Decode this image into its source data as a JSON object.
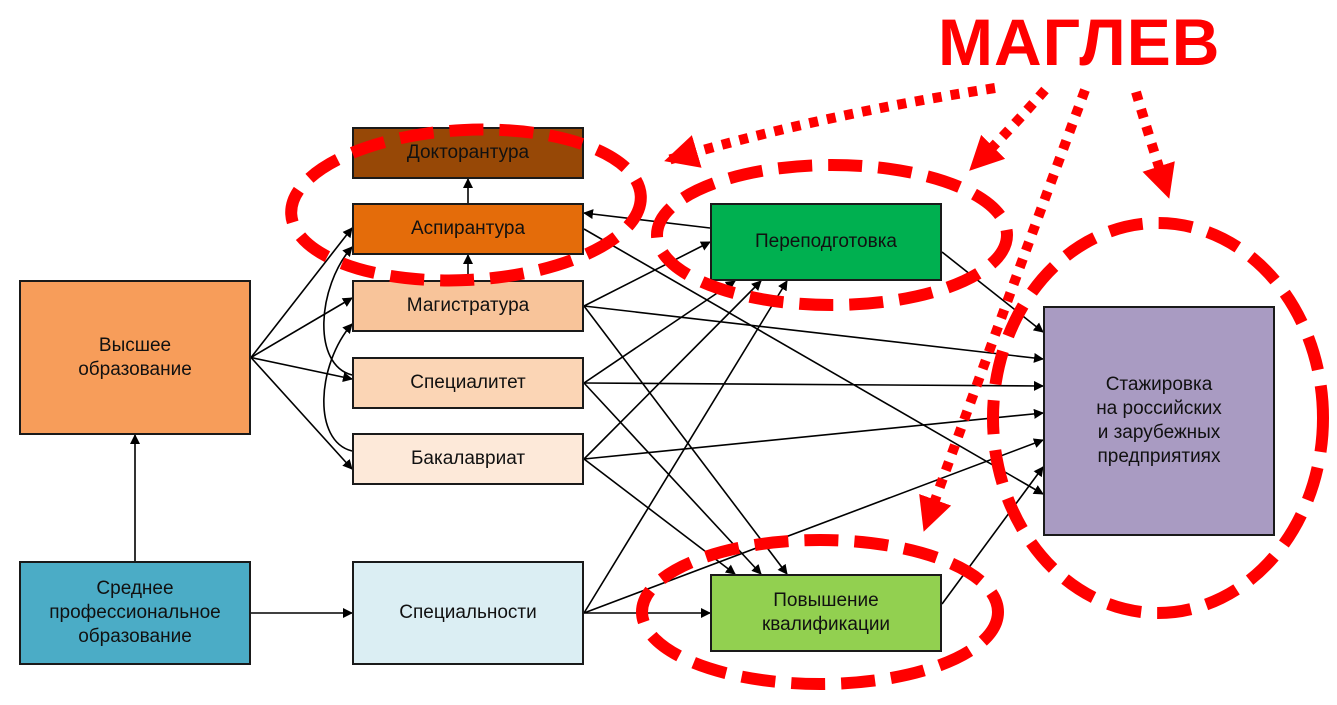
{
  "title": "МАГЛЕВ",
  "colors": {
    "highlight": "#ff0000",
    "edge": "#000000"
  },
  "nodes": [
    {
      "id": "doctorate",
      "label": "Докторантура",
      "fill": "#974806"
    },
    {
      "id": "postgrad",
      "label": "Аспирантура",
      "fill": "#e46c0a"
    },
    {
      "id": "masters",
      "label": "Магистратура",
      "fill": "#f8c49a"
    },
    {
      "id": "specialist",
      "label": "Специалитет",
      "fill": "#fbd5b5"
    },
    {
      "id": "bachelor",
      "label": "Бакалавриат",
      "fill": "#fde9d9"
    },
    {
      "id": "higher",
      "label": "Высшее\nобразование",
      "fill": "#f79d5a"
    },
    {
      "id": "secondary",
      "label": "Среднее\nпрофессиональное\nобразование",
      "fill": "#4bacc6"
    },
    {
      "id": "specialties",
      "label": "Специальности",
      "fill": "#dbeef3"
    },
    {
      "id": "retraining",
      "label": "Переподготовка",
      "fill": "#00b050"
    },
    {
      "id": "qualification",
      "label": "Повышение\nквалификации",
      "fill": "#92d050"
    },
    {
      "id": "internship",
      "label": "Стажировка\nна российских\nи зарубежных\nпредприятиях",
      "fill": "#a99bc2"
    }
  ],
  "edges": [
    {
      "from": "secondary",
      "to": "higher"
    },
    {
      "from": "secondary",
      "to": "specialties"
    },
    {
      "from": "higher",
      "to": "postgrad"
    },
    {
      "from": "higher",
      "to": "masters"
    },
    {
      "from": "higher",
      "to": "specialist"
    },
    {
      "from": "higher",
      "to": "bachelor"
    },
    {
      "from": "specialist",
      "to": "postgrad",
      "curved": true
    },
    {
      "from": "bachelor",
      "to": "masters",
      "curved": true
    },
    {
      "from": "masters",
      "to": "postgrad"
    },
    {
      "from": "postgrad",
      "to": "doctorate"
    },
    {
      "from": "retraining",
      "to": "postgrad"
    },
    {
      "from": "postgrad",
      "to": "internship"
    },
    {
      "from": "masters",
      "to": "retraining"
    },
    {
      "from": "masters",
      "to": "internship"
    },
    {
      "from": "masters",
      "to": "qualification"
    },
    {
      "from": "specialist",
      "to": "retraining"
    },
    {
      "from": "specialist",
      "to": "internship"
    },
    {
      "from": "specialist",
      "to": "qualification"
    },
    {
      "from": "bachelor",
      "to": "retraining"
    },
    {
      "from": "bachelor",
      "to": "internship"
    },
    {
      "from": "bachelor",
      "to": "qualification"
    },
    {
      "from": "specialties",
      "to": "retraining"
    },
    {
      "from": "specialties",
      "to": "internship"
    },
    {
      "from": "specialties",
      "to": "qualification"
    },
    {
      "from": "retraining",
      "to": "internship"
    },
    {
      "from": "qualification",
      "to": "internship"
    }
  ],
  "highlight_groups": [
    "doctorate-postgrad",
    "retraining",
    "qualification",
    "internship"
  ]
}
